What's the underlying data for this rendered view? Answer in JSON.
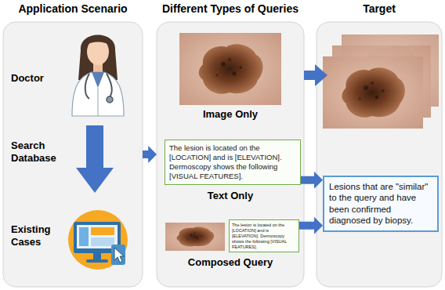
{
  "diagram": {
    "nodes": [
      {
        "text": [
          "Application Scenario"
        ]
      },
      {
        "text": [
          "Different Types of Queries"
        ]
      },
      {
        "text": [
          "Target"
        ]
      },
      {
        "text": [
          "The lesion is located on the [LOCATION] and is [ELEVATION]. Dermoscopy shows the following [VISUAL FEATURES]."
        ],
        "in": 1
      },
      {
        "text": [
          "The lesion is located on the [LOCATION] and is [ELEVATION]. Dermoscopy shows the following [VISUAL FEATURES]."
        ],
        "in": 1
      },
      {
        "text": [
          "Lesions that are \"similar\" to the query and have been confirmed diagnosed by biopsy."
        ],
        "in": 2
      }
    ],
    "edges": [
      {
        "from": 0,
        "to": 1,
        "arrow": "to"
      },
      {
        "from": 3,
        "to": 5,
        "arrow": "to"
      },
      {
        "from": 4,
        "to": 5,
        "arrow": "to"
      }
    ],
    "labels": [
      "Doctor",
      "Search Database",
      "Existing Cases",
      "Image Only",
      "Text Only",
      "Composed Query"
    ]
  }
}
